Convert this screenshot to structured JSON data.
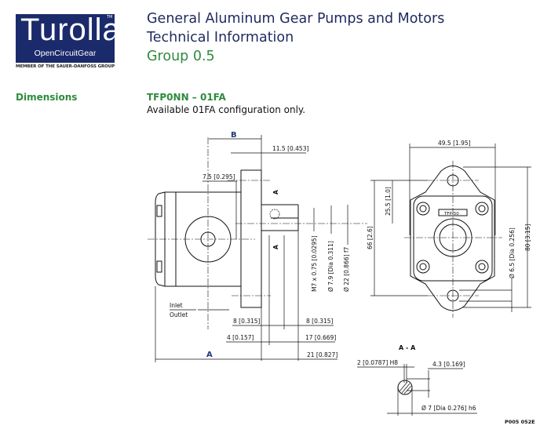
{
  "logo": {
    "brand": "Turolla",
    "tm": "TM",
    "subtitle": "OpenCircuitGear",
    "member": "MEMBER OF THE SAUER-DANFOSS GROUP"
  },
  "header": {
    "line1": "General Aluminum Gear Pumps and Motors",
    "line2": "Technical Information",
    "line3": "Group 0.5"
  },
  "section": {
    "label": "Dimensions",
    "model": "TFP0NN – 01FA",
    "note": "Available 01FA configuration only."
  },
  "drawing": {
    "side_view": {
      "dim_b": "B",
      "dim_a": "A",
      "flange_thickness": "11.5 [0.453]",
      "pilot_offset": "7.5 [0.295]",
      "section_marker_top": "A",
      "section_marker_bottom": "A",
      "thread": "M7 x 0.75 [0.0295]",
      "shaft_dia": "Ø 7.9 [Dia 0.311]",
      "pilot_dia": "Ø 22 [0.866] f7",
      "inlet": "Inlet",
      "outlet": "Outlet",
      "dim_8_left": "8 [0.315]",
      "dim_8_right": "8 [0.315]",
      "dim_4": "4 [0.157]",
      "dim_17": "17 [0.669]",
      "dim_21": "21 [0.827]"
    },
    "front_view": {
      "width": "49.5 [1.95]",
      "height_66": "66 [2.6]",
      "height_25": "25.5 [1.0]",
      "hole_dia": "Ø 6.5 [Dia 0.256]",
      "height_80": "80 [3.15]",
      "nameplate": "TFP-50"
    },
    "section_aa": {
      "title": "A - A",
      "key_width": "2 [0.0787] H8",
      "key_height": "4.3 [0.169]",
      "shaft_dia": "Ø 7 [Dia 0.276] h6"
    },
    "figure_id": "P005 052E"
  }
}
